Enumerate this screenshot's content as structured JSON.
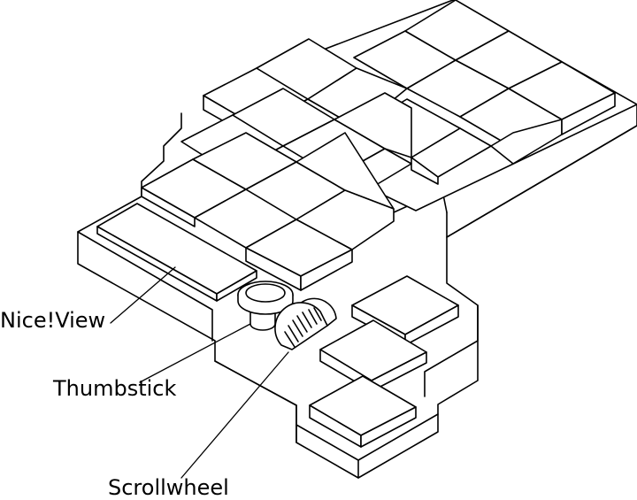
{
  "labels": {
    "niceview": "Nice!View",
    "thumbstick": "Thumbstick",
    "scrollwheel": "Scrollwheel"
  },
  "colors": {
    "stroke": "#000000",
    "fill": "#ffffff"
  }
}
